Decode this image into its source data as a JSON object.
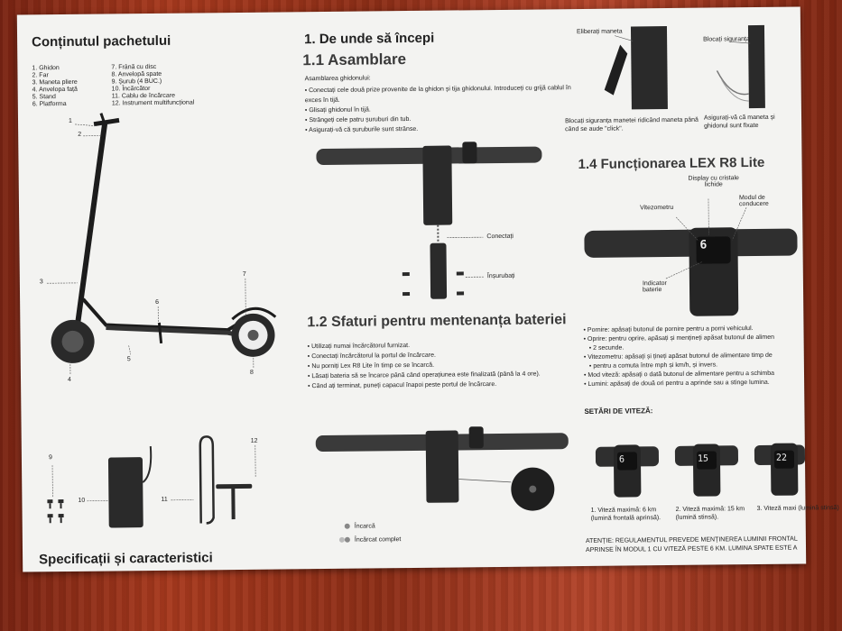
{
  "contents": {
    "title": "Conținutul pachetului",
    "items_left": [
      "1. Ghidon",
      "2. Far",
      "3. Maneta pliere",
      "4. Anvelopa față",
      "5. Stand",
      "6. Platforma"
    ],
    "items_right": [
      "7. Frână cu disc",
      "8. Anvelopă spate",
      "9. Șurub (4 BUC.)",
      "10. Încărcător",
      "11. Cablu de încărcare",
      "12. Instrument multifuncțional"
    ],
    "callouts": [
      "1",
      "2",
      "3",
      "4",
      "5",
      "6",
      "7",
      "8",
      "9",
      "10",
      "11",
      "12"
    ],
    "specs_title": "Specificații și caracteristici"
  },
  "start": {
    "title": "1. De unde să începi",
    "assembly_title": "1.1 Asamblare",
    "assembly_intro": "Asamblarea ghidonului:",
    "assembly_steps": [
      "Conectați cele două prize provenite de la ghidon și tija ghidonului. Introduceți cu grijă cablul în exces în tijă.",
      "Glisați ghidonul în tijă.",
      "Strângeți cele patru șuruburi din tub.",
      "Asigurați-vă că șuruburile sunt strânse."
    ],
    "label_connected": "Conectați",
    "label_screwed": "Înșurubați"
  },
  "battery": {
    "title": "1.2 Sfaturi pentru mentenanța bateriei",
    "tips": [
      "Utilizați numai încărcătorul furnizat.",
      "Conectați încărcătorul la portul de încărcare.",
      "Nu porniți Lex R8 Lite în timp ce se încarcă.",
      "Lăsați bateria să se încarce până când operațiunea este finalizată (până la 4 ore).",
      "Când ați terminat, puneți capacul înapoi peste portul de încărcare."
    ],
    "legend_charging": "Încarcă",
    "legend_charged": "Încărcat complet"
  },
  "folding": {
    "label_release": "Eliberați maneta",
    "label_lock": "Blocați siguranța",
    "caption_left": "Blocați siguranța manetei ridicând maneta până când se aude \"click\".",
    "caption_right": "Asigurați-vă că maneta și ghidonul sunt fixate"
  },
  "operation": {
    "title": "1.4 Funcționarea LEX R8 Lite",
    "label_display": "Display cu cristale lichide",
    "label_speedo": "Vitezometru",
    "label_mode": "Modul de conducere",
    "label_battery": "Indicator baterie",
    "display_value": "6",
    "bullets": [
      "Pornire: apăsați butonul de pornire pentru a porni vehiculul.",
      "Oprire: pentru oprire, apăsați și mențineți apăsat butonul de alimen",
      "2 secunde.",
      "Vitezometru: apăsați și țineți apăsat butonul de alimentare timp de",
      "pentru a comuta între mph și km/h, și invers.",
      "Mod viteză: apăsați o dată butonul de alimentare pentru a schimba",
      "Lumini: apăsați de două ori pentru a aprinde sau a stinge lumina."
    ],
    "speed_title": "SETĂRI DE VITEZĂ:",
    "speeds": [
      {
        "display": "6",
        "caption": "1. Viteză maximă: 6 km (lumină frontală aprinsă)."
      },
      {
        "display": "15",
        "caption": "2. Viteză maximă: 15 km (lumină stinsă)."
      },
      {
        "display": "22",
        "caption": "3. Viteză maxi (lumină stinsă)"
      }
    ],
    "notice": "ATENȚIE: REGULAMENTUL PREVEDE MENȚINEREA LUMINII FRONTAL",
    "notice2": "APRINSE ÎN MODUL 1 CU VITEZĂ PESTE 6 KM. LUMINA SPATE ESTE A"
  }
}
